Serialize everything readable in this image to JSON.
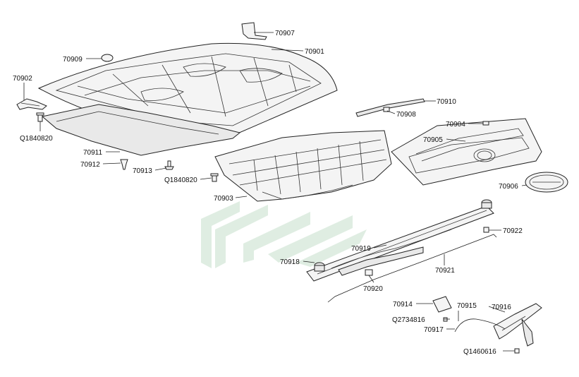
{
  "diagram": {
    "callouts": {
      "p70907": "70907",
      "p70901": "70901",
      "p70909": "70909",
      "p70902": "70902",
      "q1840820a": "Q1840820",
      "p70910": "70910",
      "p70908": "70908",
      "p70904": "70904",
      "p70905": "70905",
      "p70911": "70911",
      "p70912": "70912",
      "p70913": "70913",
      "q1840820b": "Q1840820",
      "p70906": "70906",
      "p70903": "70903",
      "p70922": "70922",
      "p70919": "70919",
      "p70918": "70918",
      "p70921": "70921",
      "p70920": "70920",
      "p70914": "70914",
      "p70915": "70915",
      "p70916": "70916",
      "q2734816": "Q2734816",
      "p70917": "70917",
      "q1460616": "Q1460616"
    },
    "colors": {
      "line": "#222222",
      "watermark": "#b9d7bf"
    }
  }
}
